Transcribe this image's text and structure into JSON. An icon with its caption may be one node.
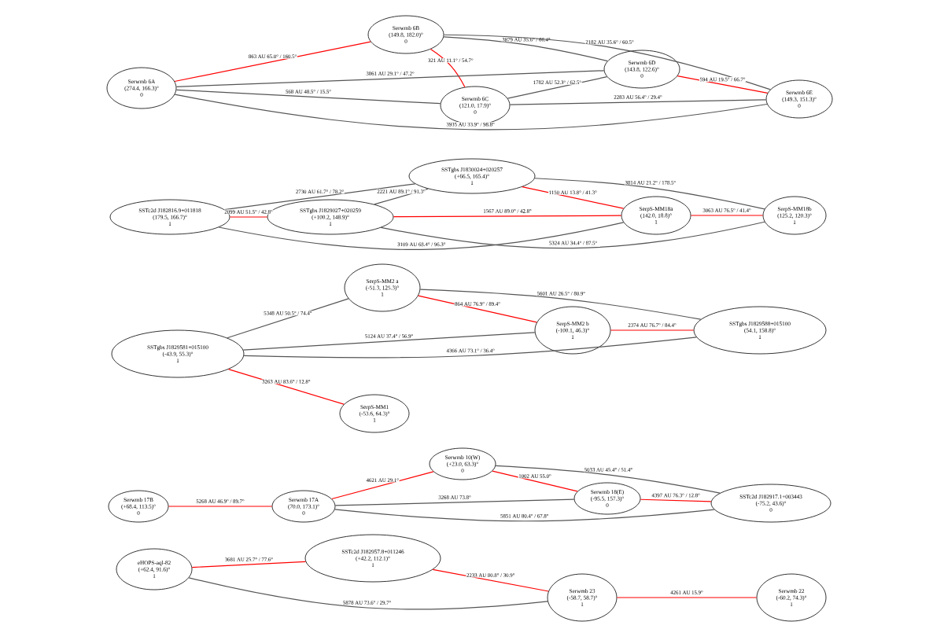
{
  "diagram": {
    "nodes": [
      {
        "text": [
          "Serwmb 6A",
          "(274.4, 166.3)°",
          "0"
        ]
      },
      {
        "text": [
          "Serwmb 6B",
          "(149.8, 182.0)°",
          "0"
        ]
      },
      {
        "text": [
          "Serwmb 6C",
          "(121.0, 17.9)°",
          "0"
        ]
      },
      {
        "text": [
          "Serwmb 6D",
          "(143.8, 122.6)°",
          "0"
        ]
      },
      {
        "text": [
          "Serwmb 6E",
          "(149.3, 151.3)°",
          "0"
        ]
      },
      {
        "text": [
          "SSTc2d J182816.9+011818",
          "(179.5, 166.7)°",
          "1"
        ]
      },
      {
        "text": [
          "SSTgbs J1830024+020257",
          "(+66.5, 165.4)°",
          "1"
        ]
      },
      {
        "text": [
          "SSTgbs J1829027+020259",
          "(+100.2, 148.9)°",
          "1"
        ]
      },
      {
        "text": [
          "SerpS-MM18a",
          "(142.0, 18.8)°",
          "1"
        ]
      },
      {
        "text": [
          "SerpS-MM18b",
          "(125.2, 120.3)°",
          "1"
        ]
      },
      {
        "text": [
          "SSTgbs J1829581+015100",
          "(-43.9, 55.3)°",
          "1"
        ]
      },
      {
        "text": [
          "SerpS-MM2 a",
          "(-51.3, 125.3)°",
          "1"
        ]
      },
      {
        "text": [
          "SerpS-MM2 b",
          "(-100.1, 46.3)°",
          "1"
        ]
      },
      {
        "text": [
          "SSTgbs J1829588+015100",
          "(54.1, 158.8)°",
          "1"
        ]
      },
      {
        "text": [
          "SerpS-MM1",
          "(-53.6, 64.3)°",
          "1"
        ]
      },
      {
        "text": [
          "Serwmb 17B",
          "(+68.4, 113.5)°",
          "0"
        ]
      },
      {
        "text": [
          "Serwmb 17A",
          "(70.0, 173.1)°",
          "0"
        ]
      },
      {
        "text": [
          "Serwmb 10(W)",
          "(+23.0, 63.3)°",
          "0"
        ]
      },
      {
        "text": [
          "Serwmb 18(E)",
          "(-95.5, 157.3)°",
          "0"
        ]
      },
      {
        "text": [
          "SSTc2d J182917.1+003443",
          "(-75.2, 43.6)°",
          "0"
        ]
      },
      {
        "text": [
          "eHOPS-aql-82",
          "(+62.4, 91.6)°",
          "1"
        ]
      },
      {
        "text": [
          "SSTc2d J182957.8+011246",
          "(+42.2, 112.1)°",
          "1"
        ]
      },
      {
        "text": [
          "Serwmb 23",
          "(-58.7, 58.7)°",
          "1"
        ]
      },
      {
        "text": [
          "Serwmb 22",
          "(-60.2, 74.3)°",
          "1"
        ]
      }
    ],
    "edges": [
      {
        "from": 0,
        "to": 1,
        "arrow": "none",
        "label": "863 AU 65.0° / 160.5°",
        "color": "#ff0000"
      },
      {
        "from": 1,
        "to": 2,
        "arrow": "none",
        "label": "321 AU 11.1° / 54.7°",
        "color": "#ff0000"
      },
      {
        "from": 1,
        "to": 3,
        "arrow": "none",
        "label": "3879 AU 35.6° / 66.4°"
      },
      {
        "from": 1,
        "to": 4,
        "arrow": "none",
        "label": "2182 AU 35.6° / 60.5°"
      },
      {
        "from": 0,
        "to": 3,
        "arrow": "none",
        "label": "3861 AU 29.1° / 47.2°"
      },
      {
        "from": 0,
        "to": 2,
        "arrow": "none",
        "label": "568 AU 48.5° / 15.5°"
      },
      {
        "from": 2,
        "to": 3,
        "arrow": "none",
        "label": "1782 AU 52.3° / 62.5°"
      },
      {
        "from": 2,
        "to": 4,
        "arrow": "none",
        "label": "2283 AU 56.4° / 29.4°"
      },
      {
        "from": 3,
        "to": 4,
        "arrow": "none",
        "label": "594 AU 19.5° / 66.7°",
        "color": "#ff0000"
      },
      {
        "from": 0,
        "to": 4,
        "arrow": "none",
        "label": "3935 AU 33.9° / 98.8°"
      },
      {
        "from": 5,
        "to": 6,
        "arrow": "none",
        "label": "2730 AU 61.7° / 78.2°"
      },
      {
        "from": 5,
        "to": 7,
        "arrow": "none",
        "label": "2099 AU 51.5° / 42.8°",
        "color": "#ff0000"
      },
      {
        "from": 6,
        "to": 7,
        "arrow": "none",
        "label": "2221 AU 89.1° / 91.3°"
      },
      {
        "from": 6,
        "to": 8,
        "arrow": "none",
        "label": "1150 AU 13.8° / 41.3°",
        "color": "#ff0000"
      },
      {
        "from": 6,
        "to": 9,
        "arrow": "none",
        "label": "3814 AU 21.2° / 178.5°"
      },
      {
        "from": 7,
        "to": 8,
        "arrow": "none",
        "label": "1567 AU 89.0° / 42.8°",
        "color": "#ff0000"
      },
      {
        "from": 7,
        "to": 9,
        "arrow": "none",
        "label": "5324 AU 34.4° / 87.5°"
      },
      {
        "from": 8,
        "to": 9,
        "arrow": "none",
        "label": "3063 AU 76.5° / 41.4°",
        "color": "#ff0000"
      },
      {
        "from": 5,
        "to": 8,
        "arrow": "none",
        "label": "3109 AU 68.4° / 96.3°"
      },
      {
        "from": 10,
        "to": 11,
        "arrow": "none",
        "label": "5348 AU 50.5° / 74.4°"
      },
      {
        "from": 11,
        "to": 12,
        "arrow": "none",
        "label": "864 AU 76.9° / 89.4°",
        "color": "#ff0000"
      },
      {
        "from": 11,
        "to": 13,
        "arrow": "none",
        "label": "5601 AU 26.5° / 80.9°"
      },
      {
        "from": 10,
        "to": 12,
        "arrow": "none",
        "label": "5124 AU 37.4° / 56.9°"
      },
      {
        "from": 12,
        "to": 13,
        "arrow": "none",
        "label": "2374 AU 76.7° / 84.4°",
        "color": "#ff0000"
      },
      {
        "from": 10,
        "to": 13,
        "arrow": "none",
        "label": "4366 AU 73.1° / 36.4°"
      },
      {
        "from": 10,
        "to": 14,
        "arrow": "none",
        "label": "3263 AU 83.6° / 12.8°",
        "color": "#ff0000"
      },
      {
        "from": 15,
        "to": 16,
        "arrow": "none",
        "label": "5268 AU 46.9° / 89.7°",
        "color": "#ff0000"
      },
      {
        "from": 16,
        "to": 17,
        "arrow": "none",
        "label": "4621 AU 29.1°",
        "color": "#ff0000"
      },
      {
        "from": 17,
        "to": 18,
        "arrow": "none",
        "label": "1002 AU 55.0°",
        "color": "#ff0000"
      },
      {
        "from": 17,
        "to": 19,
        "arrow": "none",
        "label": "5033 AU 45.4° / 51.4°"
      },
      {
        "from": 16,
        "to": 18,
        "arrow": "none",
        "label": "3268 AU 73.8°"
      },
      {
        "from": 18,
        "to": 19,
        "arrow": "none",
        "label": "4397 AU 76.3° / 12.8°",
        "color": "#ff0000"
      },
      {
        "from": 16,
        "to": 19,
        "arrow": "none",
        "label": "5851 AU 80.4° / 67.8°"
      },
      {
        "from": 20,
        "to": 21,
        "arrow": "none",
        "label": "3681 AU 25.7° / 77.6°",
        "color": "#ff0000"
      },
      {
        "from": 21,
        "to": 22,
        "arrow": "none",
        "label": "2233 AU 80.8° / 30.9°",
        "color": "#ff0000"
      },
      {
        "from": 20,
        "to": 22,
        "arrow": "none",
        "label": "5878 AU 73.6° / 29.7°"
      },
      {
        "from": 22,
        "to": 23,
        "arrow": "none",
        "label": "4261 AU 15.9°",
        "color": "#ff0000"
      }
    ]
  }
}
